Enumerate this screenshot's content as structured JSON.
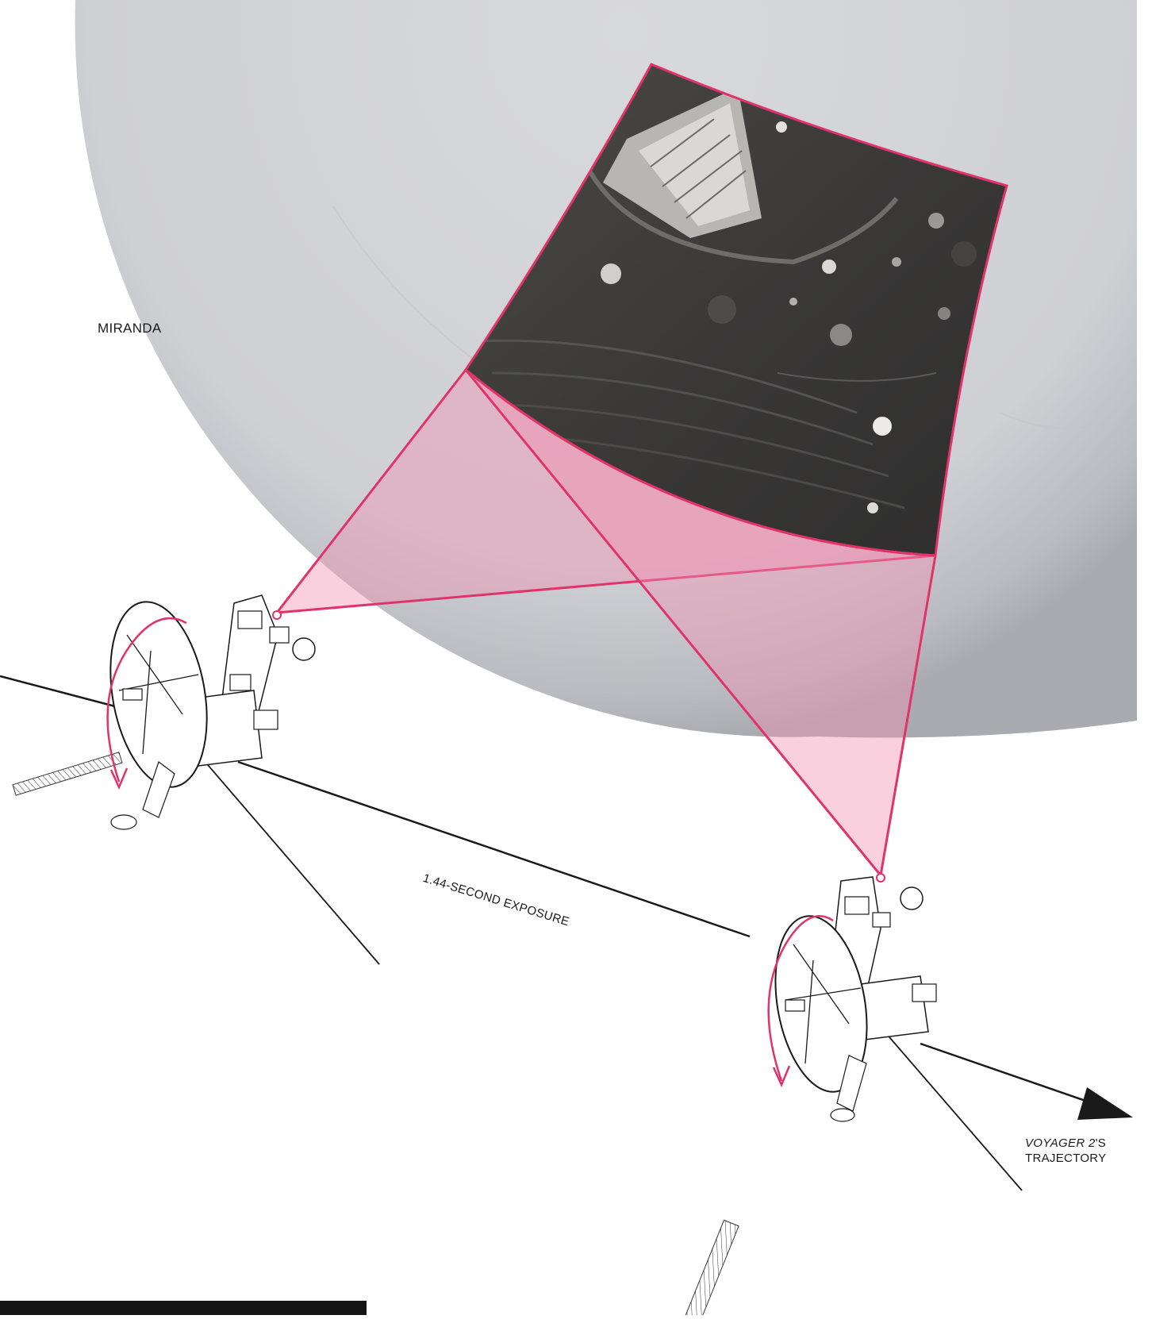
{
  "labels": {
    "body": "MIRANDA",
    "exposure": "1.44-SECOND EXPOSURE",
    "trajectory_craft": "VOYAGER 2",
    "trajectory_suffix": "'S",
    "trajectory_word": "TRAJECTORY"
  },
  "colors": {
    "accent": "#e0336a",
    "field_of_view_fill": "#f48fb1",
    "moon_gray": "#c9cbd0",
    "surface_dark": "#3e3d3c",
    "ink": "#1a1a1a"
  },
  "icons": {
    "spacecraft": "voyager-spacecraft-icon",
    "rotation": "rotation-arrow-icon",
    "trajectory": "arrowhead-icon"
  }
}
